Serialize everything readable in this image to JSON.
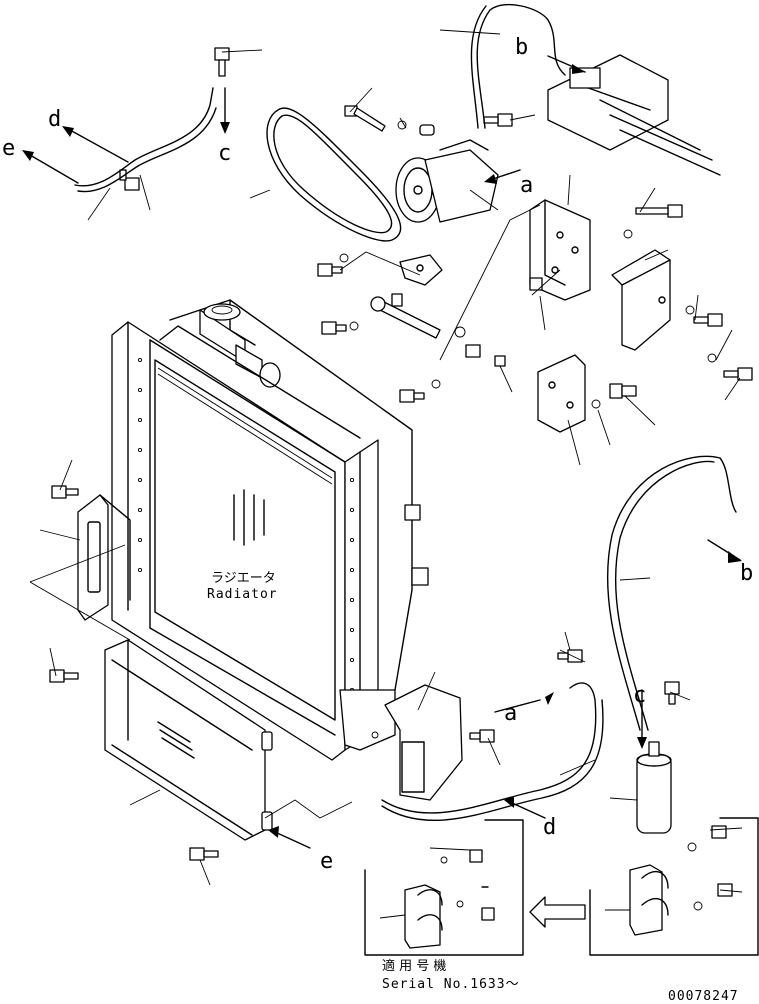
{
  "component": {
    "name_jp": "ラジエータ",
    "name_en": "Radiator"
  },
  "applicability": {
    "label_jp": "適 用 号 機",
    "serial": "Serial No.1633～"
  },
  "callouts": [
    "a",
    "b",
    "c",
    "d",
    "e"
  ],
  "drawing_number": "00078247"
}
